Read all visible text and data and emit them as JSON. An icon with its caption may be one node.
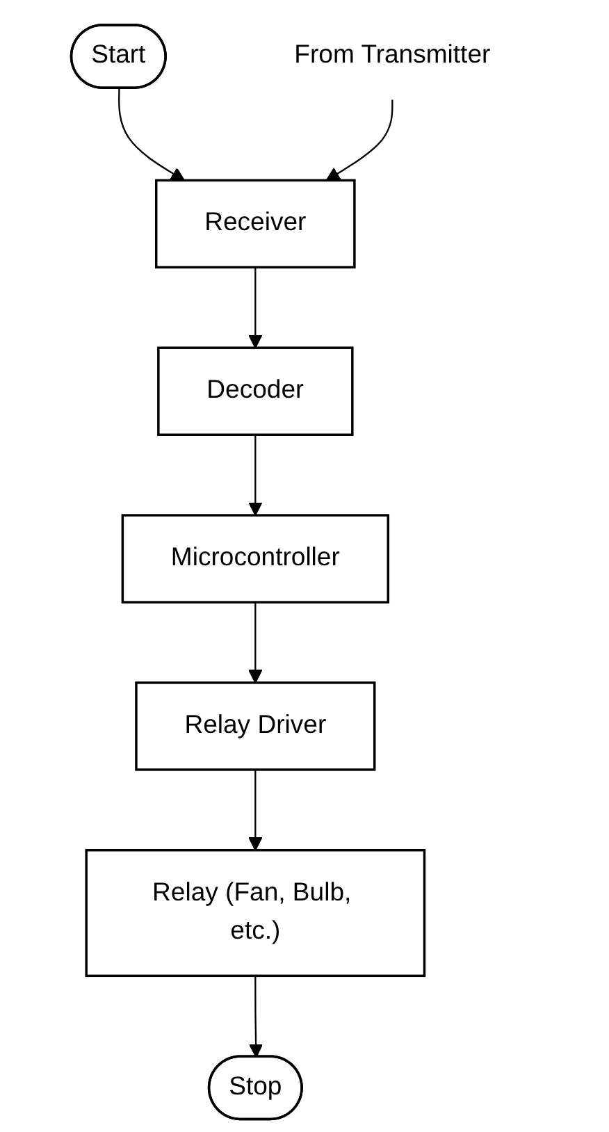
{
  "diagram": {
    "nodes": [
      {
        "text": [
          "Start"
        ]
      },
      {
        "text": [
          "From Transmitter"
        ]
      },
      {
        "text": [
          "Receiver"
        ]
      },
      {
        "text": [
          "Decoder"
        ]
      },
      {
        "text": [
          "Microcontroller"
        ]
      },
      {
        "text": [
          "Relay Driver"
        ]
      },
      {
        "text": [
          "Relay (Fan, Bulb, etc.)"
        ]
      },
      {
        "text": [
          "Stop"
        ]
      }
    ],
    "edges": [
      {
        "from": 0,
        "to": 2,
        "arrow": "to"
      },
      {
        "from": 1,
        "to": 2,
        "arrow": "to"
      },
      {
        "from": 2,
        "to": 3,
        "arrow": "to"
      },
      {
        "from": 3,
        "to": 4,
        "arrow": "to"
      },
      {
        "from": 4,
        "to": 5,
        "arrow": "to"
      },
      {
        "from": 5,
        "to": 6,
        "arrow": "to"
      },
      {
        "from": 6,
        "to": 7,
        "arrow": "to"
      }
    ]
  }
}
